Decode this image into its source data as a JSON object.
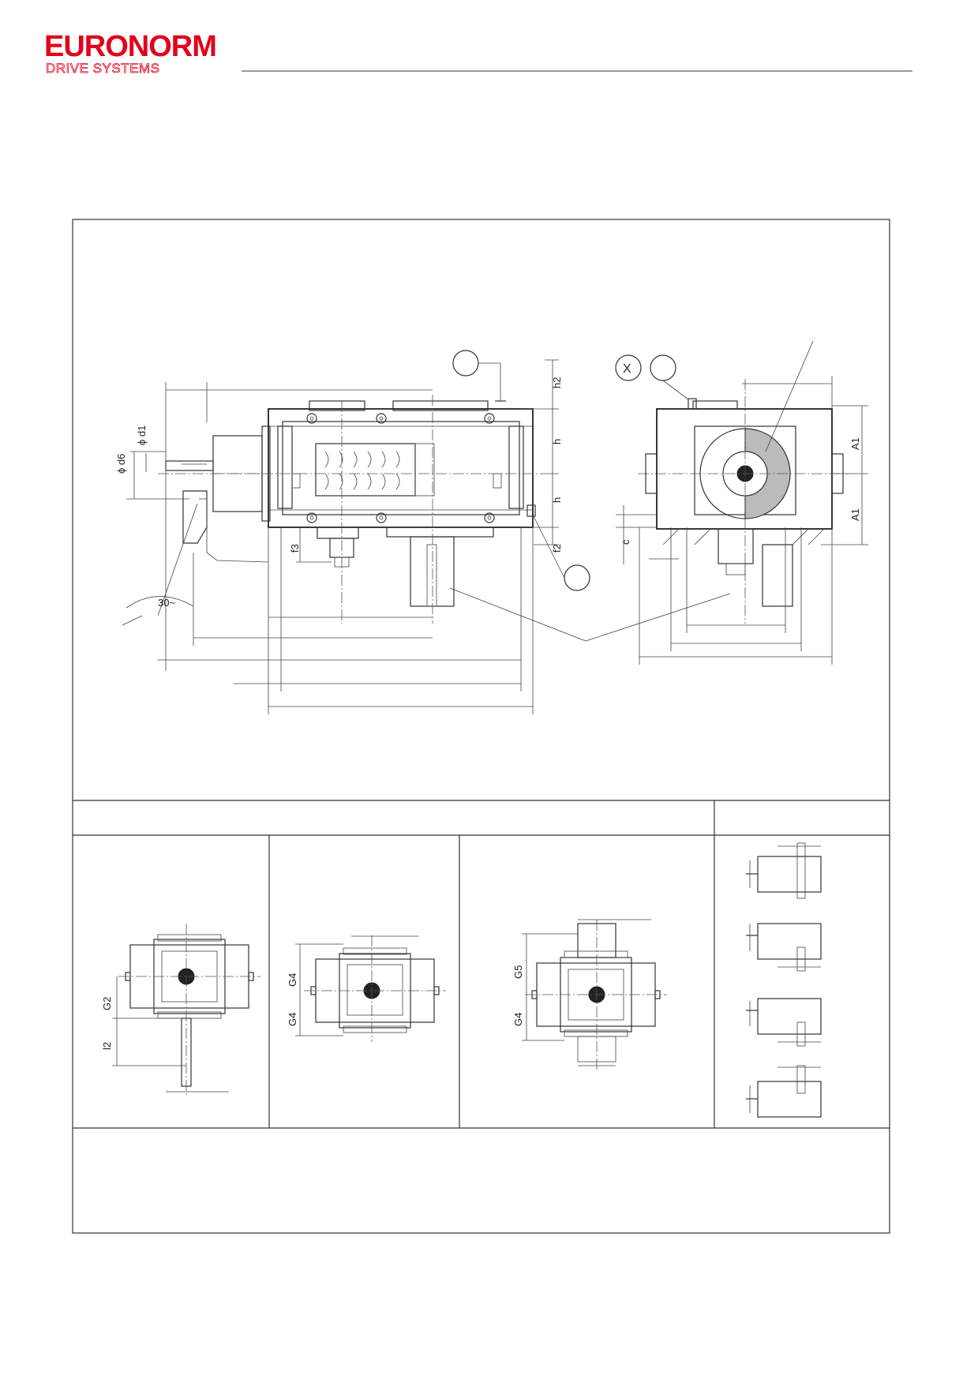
{
  "brand": {
    "name": "EURONORM",
    "tagline": "DRIVE SYSTEMS",
    "color": "#e2001a"
  },
  "dimension_labels": {
    "h2": "h2",
    "h_upper": "h",
    "h_lower": "h",
    "f2": "f2",
    "f3": "f3",
    "d1": "ϕ d1",
    "d6": "ϕ d6",
    "angle": "30~",
    "c": "c",
    "A1_upper": "A1",
    "A1_lower": "A1",
    "G2": "G2",
    "l2": "l2",
    "G4_upper": "G4",
    "G4_lower": "G4",
    "G5": "G5",
    "G4_third": "G4"
  },
  "symbols": {
    "cross_circle": "X"
  }
}
